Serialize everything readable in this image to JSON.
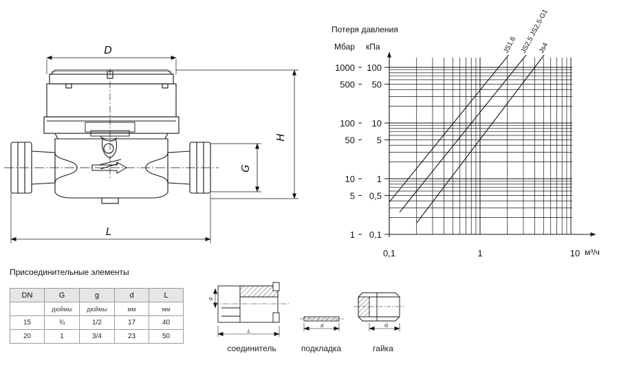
{
  "meter_drawing": {
    "dim_d": "D",
    "dim_h": "H",
    "dim_g": "G",
    "dim_l": "L"
  },
  "chart_data": {
    "type": "line",
    "title": "Потеря давления",
    "x_scale": "log",
    "y_scale": "log",
    "xlim": [
      0.1,
      20
    ],
    "ylim": [
      0.1,
      150
    ],
    "x_unit": "м³/ч",
    "x_ticks": [
      {
        "value": 0.1,
        "label": "0,1"
      },
      {
        "value": 1,
        "label": "1"
      },
      {
        "value": 10,
        "label": "10"
      }
    ],
    "y_unit_left": "Мбар",
    "y_unit_right": "кПа",
    "y_ticks": [
      {
        "value": 100,
        "left": "1000",
        "right": "100"
      },
      {
        "value": 50,
        "left": "500",
        "right": "50"
      },
      {
        "value": 10,
        "left": "100",
        "right": "10"
      },
      {
        "value": 5,
        "left": "50",
        "right": "5"
      },
      {
        "value": 1,
        "left": "10",
        "right": "1"
      },
      {
        "value": 0.5,
        "left": "5",
        "right": "0,5"
      },
      {
        "value": 0.1,
        "left": "1",
        "right": "0,1"
      }
    ],
    "grid": true,
    "series": [
      {
        "name": "JS1,6",
        "points": [
          [
            0.1,
            0.38
          ],
          [
            1.6,
            100
          ]
        ]
      },
      {
        "name": "JS2,5 JS2,5-G1",
        "points": [
          [
            0.13,
            0.25
          ],
          [
            2.5,
            100
          ]
        ]
      },
      {
        "name": "Js4",
        "points": [
          [
            0.2,
            0.16
          ],
          [
            4,
            100
          ]
        ]
      }
    ]
  },
  "connection": {
    "title": "Присоединительные элементы",
    "headers": [
      "DN",
      "G",
      "g",
      "d",
      "L"
    ],
    "units": [
      "",
      "дюймы",
      "дюймы",
      "мм",
      "мм"
    ],
    "rows": [
      [
        "15",
        "¾",
        "1/2",
        "17",
        "40"
      ],
      [
        "20",
        "1",
        "3/4",
        "23",
        "50"
      ]
    ]
  },
  "parts": {
    "connector": {
      "caption": "соединитель",
      "dim_g": "g",
      "dim_l": "L"
    },
    "gasket": {
      "caption": "подкладка",
      "dim_d": "d"
    },
    "nut": {
      "caption": "гайка",
      "dim_g": "G"
    }
  }
}
